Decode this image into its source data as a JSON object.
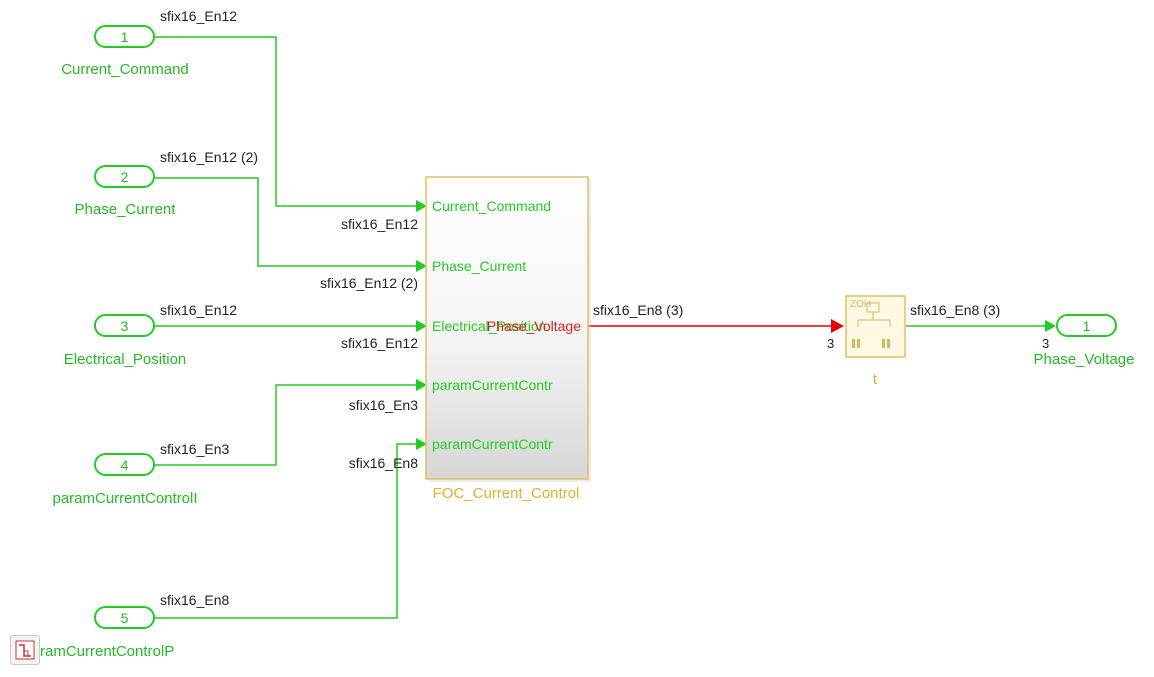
{
  "inports": [
    {
      "number": "1",
      "name": "Current_Command",
      "signal": "sfix16_En12"
    },
    {
      "number": "2",
      "name": "Phase_Current",
      "signal": "sfix16_En12 (2)"
    },
    {
      "number": "3",
      "name": "Electrical_Position",
      "signal": "sfix16_En12"
    },
    {
      "number": "4",
      "name": "paramCurrentControlI",
      "signal": "sfix16_En3"
    },
    {
      "number": "5",
      "name": "ramCurrentControlP",
      "signal": "sfix16_En8"
    }
  ],
  "subsystem": {
    "name": "FOC_Current_Control",
    "inputs": [
      {
        "label": "Current_Command",
        "signal": "sfix16_En12"
      },
      {
        "label": "Phase_Current",
        "signal": "sfix16_En12 (2)"
      },
      {
        "label": "Electrical_Position",
        "signal": "sfix16_En12"
      },
      {
        "label": "paramCurrentContr",
        "signal": "sfix16_En3"
      },
      {
        "label": "paramCurrentContr",
        "signal": "sfix16_En8"
      }
    ],
    "output": {
      "label": "Phase_Voltage",
      "signal": "sfix16_En8 (3)"
    }
  },
  "zoh_block": {
    "name": "t",
    "icon_text": "ZOH",
    "input_dim": "3",
    "output_signal": "sfix16_En8 (3)",
    "output_dim": "3"
  },
  "outport": {
    "number": "1",
    "name": "Phase_Voltage"
  },
  "colors": {
    "signal_green": "#22cc22",
    "signal_red": "#e00000",
    "block_border": "#e0c060",
    "text_dark": "#222222"
  },
  "status_icon": "signal-status-icon"
}
